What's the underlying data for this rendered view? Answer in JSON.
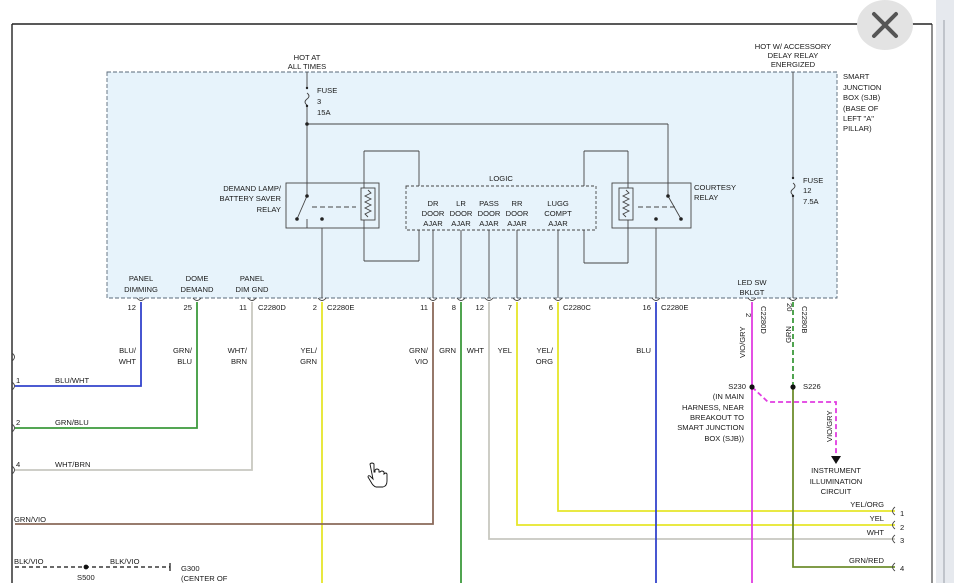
{
  "colors": {
    "box_fill": "#e7f3fb",
    "blue": "#3344cc",
    "green": "#3d9a3d",
    "white_wire": "#c8c8c0",
    "yellow": "#e6e62a",
    "magenta": "#e13ce1",
    "olive": "#6f8e2e",
    "brown": "#8a6a5a"
  },
  "window": {
    "close_icon": "close-icon"
  },
  "cursor": {
    "icon": "hand-pointer-icon"
  },
  "power": {
    "hot_at_all_times": [
      "HOT AT",
      "ALL TIMES"
    ],
    "hot_accessory": [
      "HOT W/ ACCESSORY",
      "DELAY RELAY",
      "ENERGIZED"
    ]
  },
  "sjb_label": [
    "SMART",
    "JUNCTION",
    "BOX (SJB)",
    "(BASE OF",
    "LEFT \"A\"",
    "PILLAR)"
  ],
  "fuses": [
    {
      "lines": [
        "FUSE",
        "3",
        "15A"
      ]
    },
    {
      "lines": [
        "FUSE",
        "12",
        "7.5A"
      ]
    }
  ],
  "relays": {
    "demand": [
      "DEMAND LAMP/",
      "BATTERY SAVER",
      "RELAY"
    ],
    "courtesy": [
      "COURTESY",
      "RELAY"
    ]
  },
  "logic": {
    "title": "LOGIC",
    "inputs": [
      [
        "DR",
        "DOOR",
        "AJAR"
      ],
      [
        "LR",
        "DOOR",
        "AJAR"
      ],
      [
        "PASS",
        "DOOR",
        "AJAR"
      ],
      [
        "RR",
        "DOOR",
        "AJAR"
      ],
      [
        "LUGG",
        "COMPT",
        "AJAR"
      ]
    ]
  },
  "pin_functions": [
    [
      "PANEL",
      "DIMMING"
    ],
    [
      "DOME",
      "DEMAND"
    ],
    [
      "PANEL",
      "DIM GND"
    ],
    [
      "LED SW",
      "BKLGT"
    ]
  ],
  "pins": [
    "12",
    "25",
    "11",
    "2",
    "11",
    "8",
    "12",
    "7",
    "6",
    "16",
    "2",
    "20"
  ],
  "connectors": [
    "C2280D",
    "C2280E",
    "C2280C",
    "C2280E",
    "C2280D",
    "C2280B"
  ],
  "wire_colors": {
    "blu_wht": [
      "BLU/",
      "WHT"
    ],
    "grn_blu": [
      "GRN/",
      "BLU"
    ],
    "wht_brn": [
      "WHT/",
      "BRN"
    ],
    "yel_grn": [
      "YEL/",
      "GRN"
    ],
    "grn_vio": [
      "GRN/",
      "VIO"
    ],
    "grn": "GRN",
    "wht": "WHT",
    "yel": "YEL",
    "yel_org": [
      "YEL/",
      "ORG"
    ],
    "blu": "BLU",
    "vio_gry_v": "VIO/GRY",
    "grn_v": "GRN"
  },
  "left_wires": [
    {
      "num": "1",
      "label": "BLU/WHT"
    },
    {
      "num": "2",
      "label": "GRN/BLU"
    },
    {
      "num": "4",
      "label": "WHT/BRN"
    },
    {
      "num": "",
      "label": "GRN/VIO"
    },
    {
      "num": "",
      "label": "BLK/VIO"
    }
  ],
  "ground": {
    "splice": "S500",
    "wire": "BLK/VIO",
    "id": "G300",
    "desc": "(CENTER OF"
  },
  "splices": {
    "s230": {
      "id": "S230",
      "desc": [
        "(IN MAIN",
        "HARNESS, NEAR",
        "BREAKOUT TO",
        "SMART JUNCTION",
        "BOX (SJB))"
      ]
    },
    "s226": {
      "id": "S226"
    }
  },
  "illum": {
    "wire": "VIO/GRY",
    "lines": [
      "INSTRUMENT",
      "ILLUMINATION",
      "CIRCUIT"
    ]
  },
  "right_wires": [
    {
      "label": "YEL/ORG",
      "num": "1"
    },
    {
      "label": "YEL",
      "num": "2"
    },
    {
      "label": "WHT",
      "num": "3"
    },
    {
      "label": "GRN/RED",
      "num": "4"
    }
  ]
}
